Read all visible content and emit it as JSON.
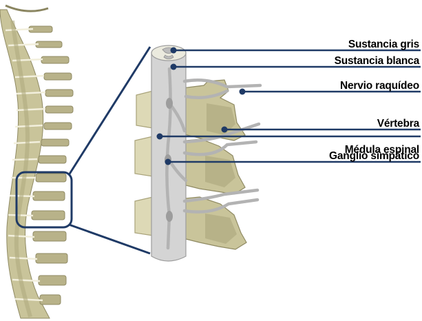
{
  "labels": {
    "gray_matter": "Sustancia gris",
    "white_matter": "Sustancia blanca",
    "spinal_nerve": "Nervio raquídeo",
    "vertebra": "Vértebra",
    "spinal_cord": "Médula espinal",
    "sympathetic_ganglion": "Ganglio simpático"
  },
  "colors": {
    "bone": "#c9c49a",
    "bone_shadow": "#a9a37a",
    "bone_light": "#ddd9b6",
    "bone_outline": "#8f8a63",
    "cord": "#d4d4d4",
    "cord_edge": "#9d9d9d",
    "nerve": "#b3b3b3",
    "leader_line": "#1f3a66",
    "zoom_box": "#1f3a66"
  }
}
